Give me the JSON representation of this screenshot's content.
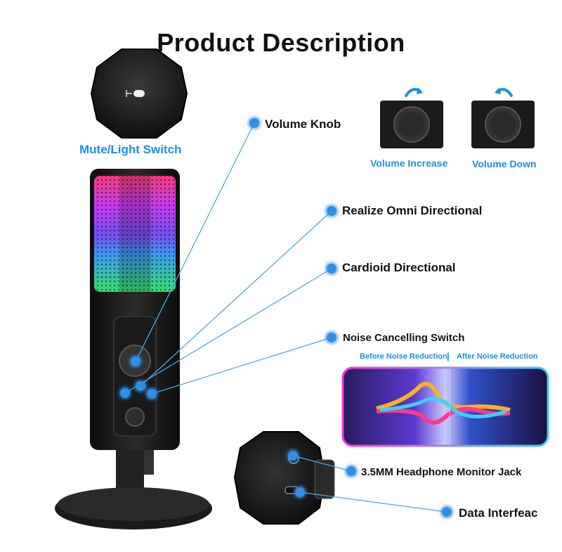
{
  "title": "Product Description",
  "mute_light_switch": "Mute/Light Switch",
  "volume_knob": "Volume Knob",
  "volume_increase": "Volume Increase",
  "volume_down": "Volume Down",
  "omni": "Realize Omni Directional",
  "cardioid": "Cardioid Directional",
  "noise_switch": "Noise Cancelling Switch",
  "before_nr": "Before Noise Reduction",
  "nr_separator": "|",
  "after_nr": "After Noise Reduction",
  "headphone_jack": "3.5MM Headphone Monitor Jack",
  "data_interface": "Data Interfeac",
  "colors": {
    "accent_blue": "#1a8fe0",
    "dot_blue": "#2f8ee8",
    "line_blue": "#4aa8e8"
  }
}
